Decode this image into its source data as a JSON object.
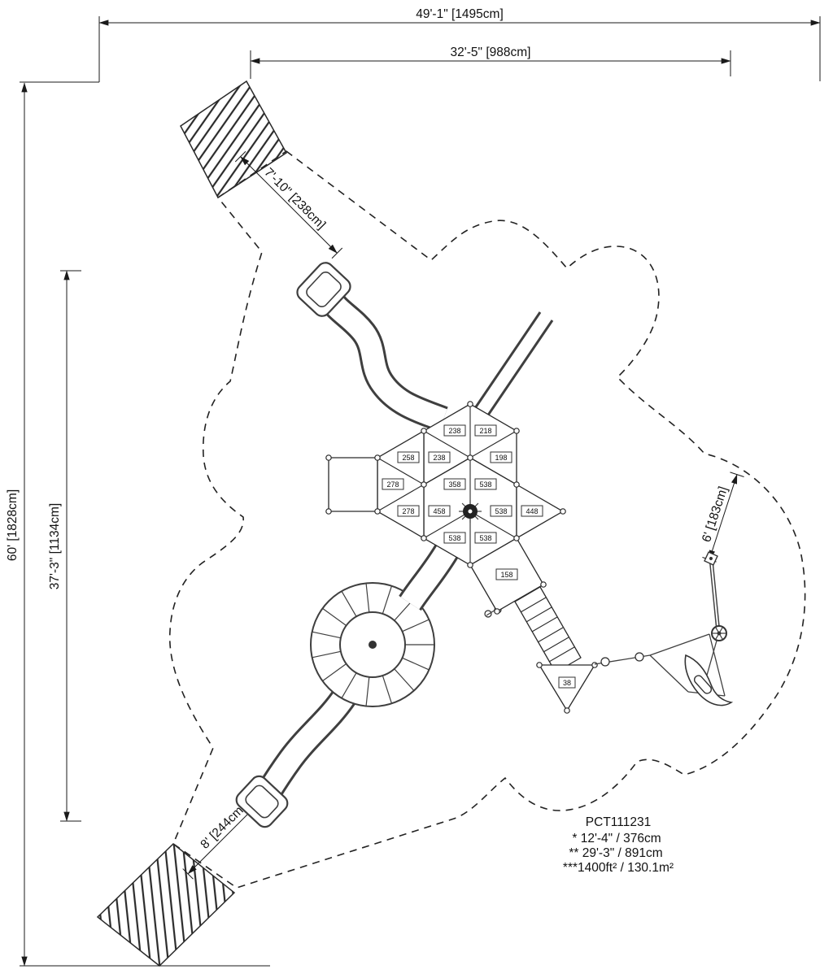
{
  "dimensions": {
    "overall_width": "49'-1\" [1495cm]",
    "play_width": "32'-5\" [988cm]",
    "overall_depth": "60' [1828cm]",
    "play_depth": "37'-3\" [1134cm]",
    "top_slide_clearance": "7'-10\" [238cm]",
    "bottom_slide_clearance": "8' [244cm]",
    "right_clearance": "6' [183cm]"
  },
  "structure": {
    "deck_labels": [
      "238",
      "218",
      "258",
      "238",
      "198",
      "278",
      "358",
      "538",
      "278",
      "458",
      "538",
      "448",
      "538",
      "538",
      "158",
      "38"
    ]
  },
  "notes": {
    "model": "PCT111231",
    "line1": "* 12'-4\" / 376cm",
    "line2": "** 29'-3\" / 891cm",
    "line3": "***1400ft² / 130.1m²"
  },
  "colors": {
    "line": "#1a1a1a",
    "tube": "#3f3f3f",
    "background": "#ffffff"
  }
}
